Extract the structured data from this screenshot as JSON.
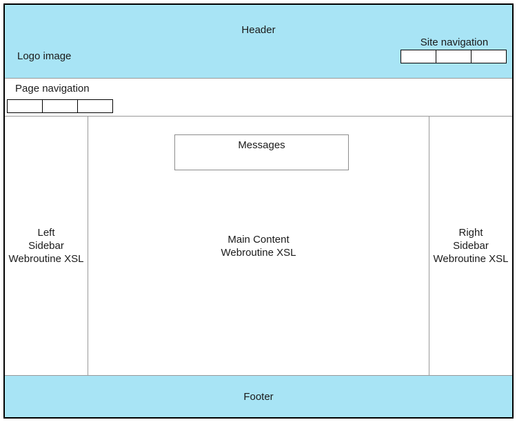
{
  "colors": {
    "band_background": "#a8e4f5",
    "page_border": "#000000",
    "section_divider": "#999999",
    "messages_border": "#8c8c8c",
    "nav_cell_background": "#ffffff",
    "nav_cell_border": "#000000",
    "text": "#1a1a1a"
  },
  "header": {
    "title": "Header",
    "logo_label": "Logo image",
    "site_navigation": {
      "label": "Site navigation",
      "cell_count": 3
    }
  },
  "page_navigation": {
    "label": "Page navigation",
    "cell_count": 3
  },
  "main": {
    "left_sidebar": {
      "lines": [
        "Left",
        "Sidebar",
        "Webroutine XSL"
      ]
    },
    "content": {
      "messages_label": "Messages",
      "lines": [
        "Main Content",
        "Webroutine XSL"
      ]
    },
    "right_sidebar": {
      "lines": [
        "Right",
        "Sidebar",
        "Webroutine XSL"
      ]
    }
  },
  "footer": {
    "label": "Footer"
  }
}
